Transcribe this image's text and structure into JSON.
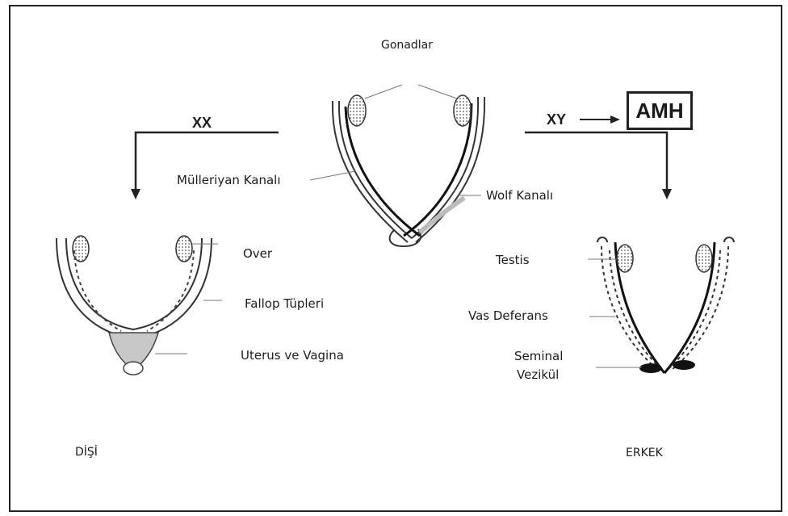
{
  "labels": {
    "gonads": "Gonadlar",
    "xx": "XX",
    "xy": "XY",
    "amh": "AMH",
    "mullerian": "Mülleriyan Kanalı",
    "wolff": "Wolf Kanalı",
    "ovary": "Over",
    "fallopian": "Fallop Tüpleri",
    "uterus": "Uterus ve Vagina",
    "testis": "Testis",
    "vas": "Vas Deferans",
    "seminal_1": "Seminal",
    "seminal_2": "Vezikül",
    "female": "DİŞİ",
    "male": "ERKEK"
  }
}
